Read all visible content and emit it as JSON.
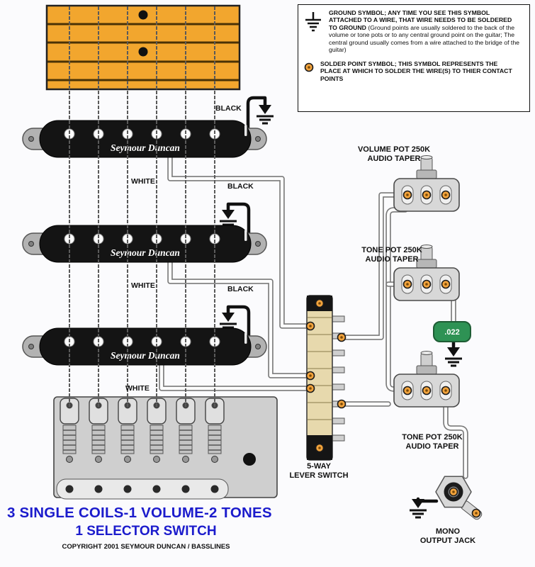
{
  "legend": {
    "ground_bold": "GROUND SYMBOL; ANY TIME YOU SEE THIS SYMBOL ATTACHED TO A WIRE, THAT WIRE NEEDS TO BE SOLDERED TO GROUND ",
    "ground_normal": "(Ground points are usually soldered to the back of the volume or tone pots or to any central ground point on the guitar; The central ground usually comes from a wire attached to the bridge of the guitar)",
    "solder_bold": "SOLDER POINT SYMBOL; THIS SYMBOL REPRESENTS THE PLACE AT WHICH TO SOLDER THE WIRE(S) TO THIER CONTACT POINTS"
  },
  "pickups": [
    {
      "brand": "Seymour Duncan",
      "black_label": "BLACK",
      "white_label": "WHITE"
    },
    {
      "brand": "Seymour Duncan",
      "black_label": "BLACK",
      "white_label": "WHITE"
    },
    {
      "brand": "Seymour Duncan",
      "black_label": "BLACK",
      "white_label": "WHITE"
    }
  ],
  "components": {
    "volume_pot": {
      "line1": "VOLUME POT 250K",
      "line2": "AUDIO TAPER"
    },
    "tone_pot_1": {
      "line1": "TONE POT 250K",
      "line2": "AUDIO TAPER"
    },
    "tone_pot_2": {
      "line1": "TONE POT 250K",
      "line2": "AUDIO TAPER"
    },
    "capacitor": {
      "value": ".022"
    },
    "selector_switch": {
      "line1": "5-WAY",
      "line2": "LEVER SWITCH"
    },
    "output_jack": {
      "line1": "MONO",
      "line2": "OUTPUT JACK"
    }
  },
  "footer": {
    "title_line1": "3 SINGLE COILS-1 VOLUME-2 TONES",
    "title_line2": "1 SELECTOR SWITCH",
    "copyright": "COPYRIGHT 2001 SEYMOUR DUNCAN / BASSLINES"
  },
  "colors": {
    "title_blue": "#1b1bcc",
    "solder_orange": "#f2a33c",
    "capacitor_green": "#2e9254",
    "fretboard_orange": "#f2a62e"
  }
}
